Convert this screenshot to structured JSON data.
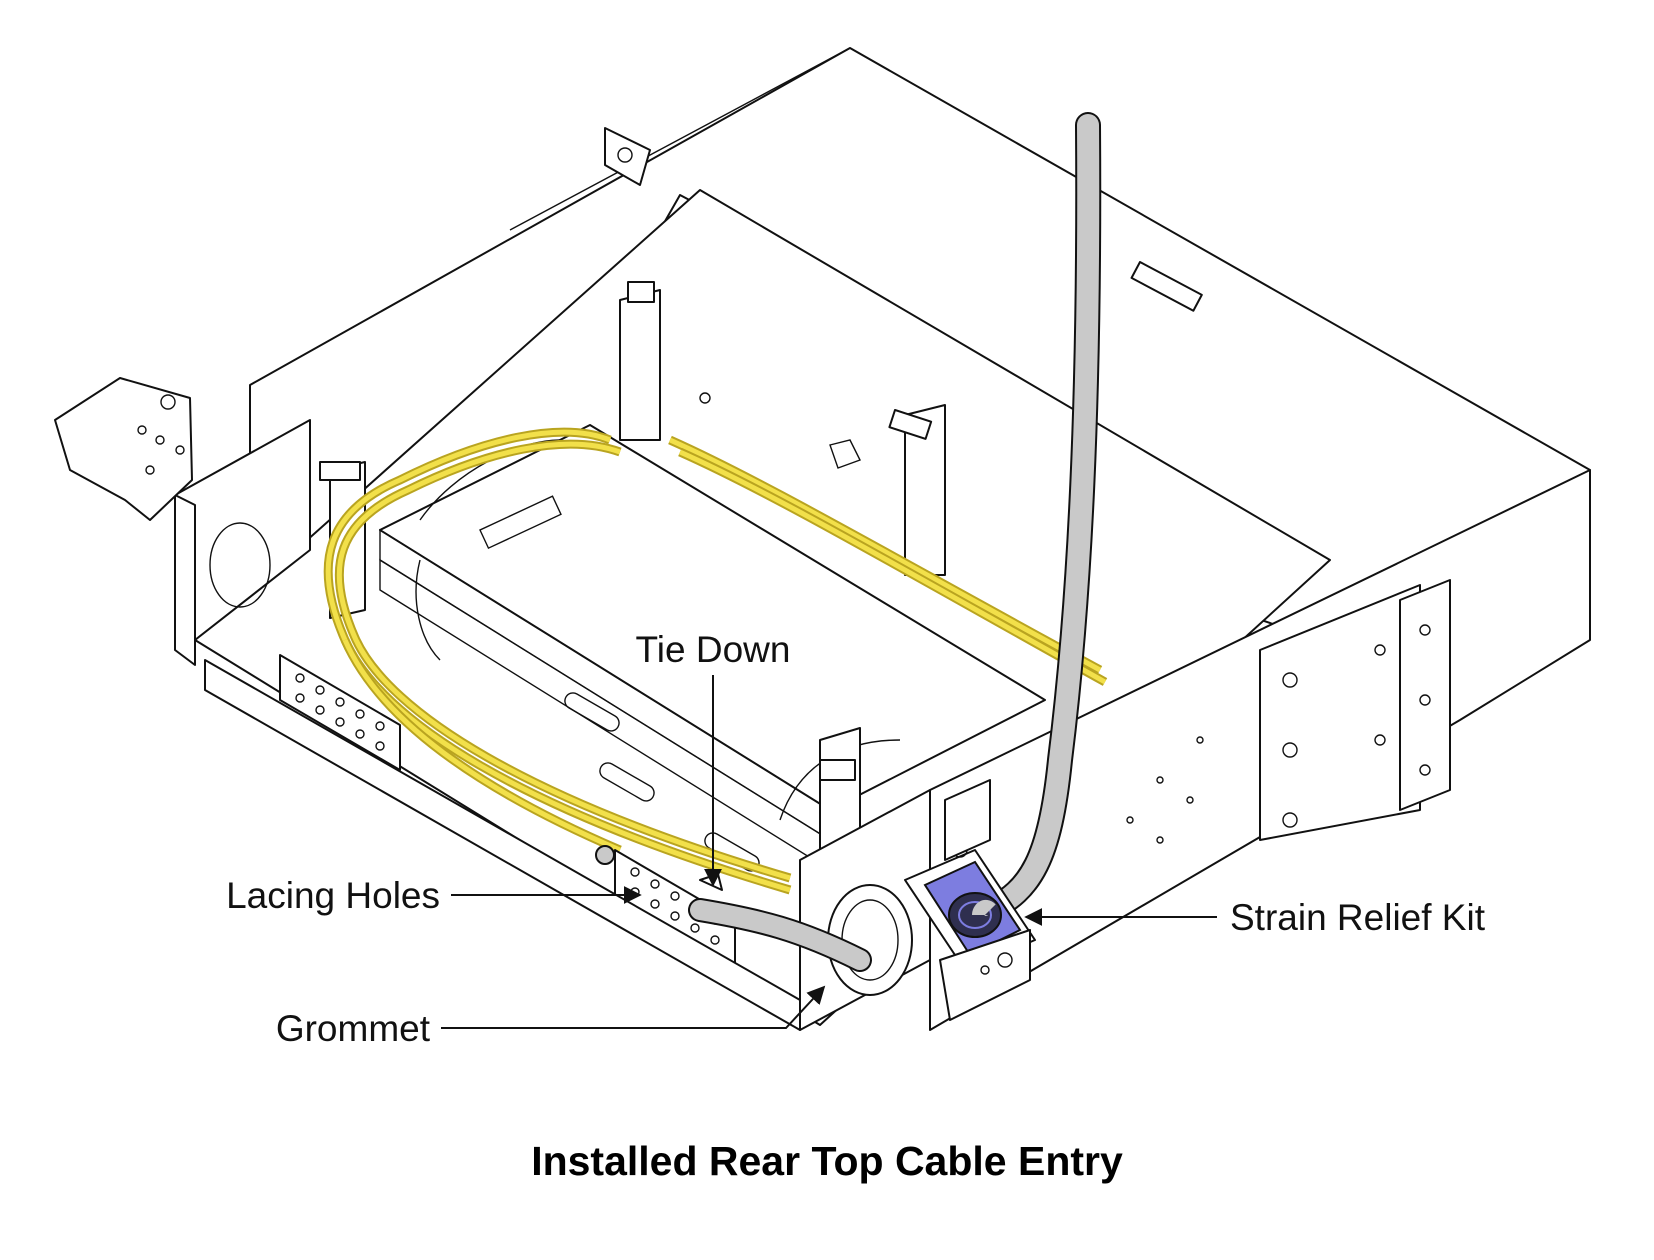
{
  "caption": "Installed Rear Top Cable Entry",
  "callouts": {
    "tie_down": "Tie Down",
    "lacing_holes": "Lacing Holes",
    "grommet": "Grommet",
    "strain_relief_kit": "Strain Relief Kit"
  },
  "colors": {
    "fiber": "#f2e04a",
    "fiber_edge": "#b9a420",
    "cable": "#c9c9c9",
    "gasket": "#7d7de0"
  }
}
